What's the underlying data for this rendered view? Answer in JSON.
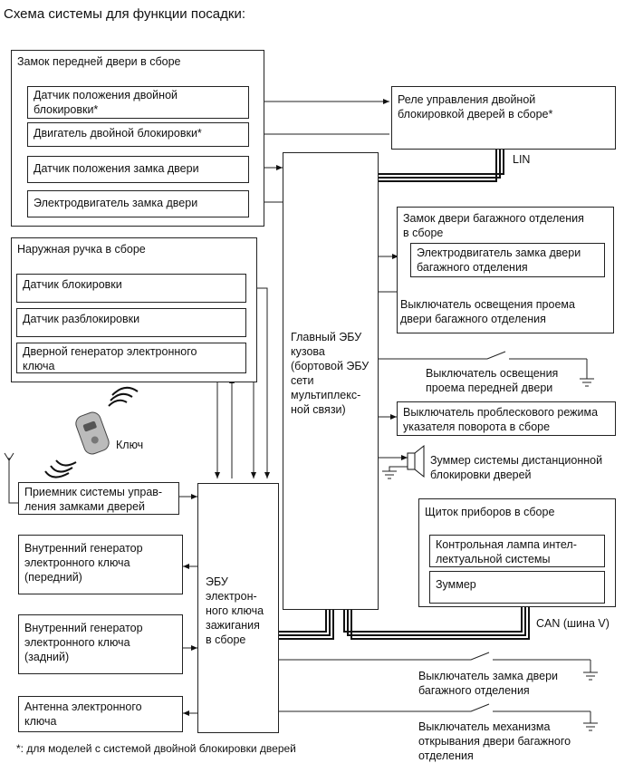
{
  "title": "Схема системы для функции посадки:",
  "front_door_lock": {
    "title": "Замок передней двери в сборе",
    "items": [
      "Датчик положения двойной\nблокировки*",
      "Двигатель двойной блокировки*",
      "Датчик положения замка двери",
      "Электродвигатель замка двери"
    ]
  },
  "outer_handle": {
    "title": "Наружная ручка в сборе",
    "items": [
      "Датчик блокировки",
      "Датчик разблокировки",
      "Дверной генератор электронного\nключа"
    ]
  },
  "key_label": "Ключ",
  "left_boxes": [
    "Приемник системы управ-\nления замками дверей",
    "Внутренний генератор\nэлектронного ключа\n(передний)",
    "Внутренний генератор\nэлектронного ключа\n(задний)",
    "Антенна электронного\nключа"
  ],
  "smart_ecu": "ЭБУ\nэлектрон-\nного ключа\nзажигания\nв сборе",
  "main_ecu": "Главный ЭБУ\nкузова\n(бортовой ЭБУ\nсети\nмультиплекс-\nной связи)",
  "double_lock_relay": "Реле управления двойной\nблокировкой дверей в сборе*",
  "lin_label": "LIN",
  "back_door_lock": {
    "title": "Замок двери багажного отделения\nв сборе",
    "motor": "Электродвигатель замка двери\nбагажного отделения",
    "switch": "Выключатель освещения проема\nдвери багажного отделения"
  },
  "front_courtesy_switch": "Выключатель освещения\nпроема передней двери",
  "hazard_switch": "Выключатель проблескового режима\nуказателя поворота в сборе",
  "buzzer": "Зуммер системы дистанционной\nблокировки дверей",
  "meter": {
    "title": "Щиток приборов в сборе",
    "lamp": "Контрольная лампа интел-\nлектуальной системы",
    "buzzer": "Зуммер"
  },
  "can_label": "CAN (шина V)",
  "back_door_lock_switch": "Выключатель замка двери\nбагажного отделения",
  "back_door_opener_switch": "Выключатель механизма\nоткрывания двери багажного\nотделения",
  "footnote": "*: для моделей с системой двойной блокировки дверей"
}
